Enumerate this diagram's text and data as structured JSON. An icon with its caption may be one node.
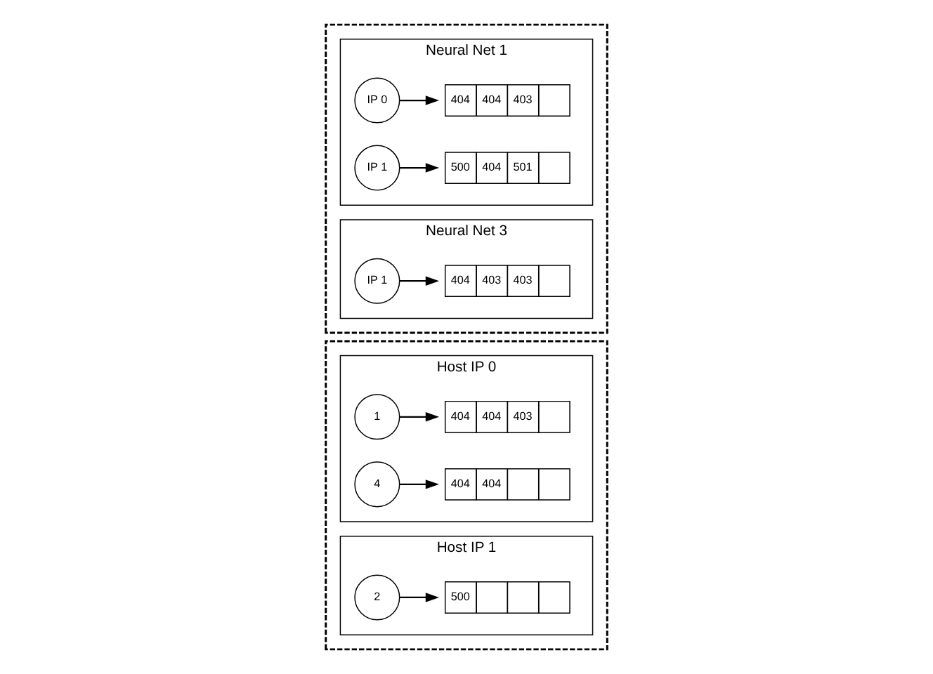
{
  "diagram": {
    "nodes": [
      {
        "text": [],
        "shape": "box"
      },
      {
        "text": [
          "Host IP 0"
        ],
        "in": 0
      },
      {
        "text": [
          "1"
        ],
        "in": 1
      },
      {
        "text": [
          "404",
          "404",
          "403"
        ],
        "in": 1
      },
      {
        "text": [
          "4"
        ],
        "in": 1
      },
      {
        "text": [
          "404",
          "404"
        ],
        "in": 1
      },
      {
        "text": [
          "Host IP 1"
        ],
        "in": 0
      },
      {
        "text": [
          "2"
        ],
        "in": 6
      },
      {
        "text": [
          "500"
        ],
        "in": 6
      },
      {
        "text": [],
        "shape": "box"
      },
      {
        "text": [
          "Neural Net 1"
        ],
        "in": 9
      },
      {
        "text": [
          "IP 0"
        ],
        "in": 10
      },
      {
        "text": [
          "404",
          "404",
          "403"
        ],
        "in": 10
      },
      {
        "text": [
          "IP 1"
        ],
        "in": 10
      },
      {
        "text": [
          "500",
          "404",
          "501"
        ],
        "in": 10
      },
      {
        "text": [
          "Neural Net 3"
        ],
        "in": 9
      },
      {
        "text": [
          "IP 1"
        ],
        "in": 15
      },
      {
        "text": [
          "404",
          "403",
          "403"
        ],
        "in": 15
      }
    ],
    "edges": [
      {
        "from": 2,
        "to": 3,
        "arrow": "to"
      },
      {
        "from": 4,
        "to": 5,
        "arrow": "to"
      },
      {
        "from": 7,
        "to": 8,
        "arrow": "to"
      },
      {
        "from": 11,
        "to": 12,
        "arrow": "to"
      },
      {
        "from": 13,
        "to": 14,
        "arrow": "to"
      },
      {
        "from": 16,
        "to": 17,
        "arrow": "to"
      }
    ]
  }
}
